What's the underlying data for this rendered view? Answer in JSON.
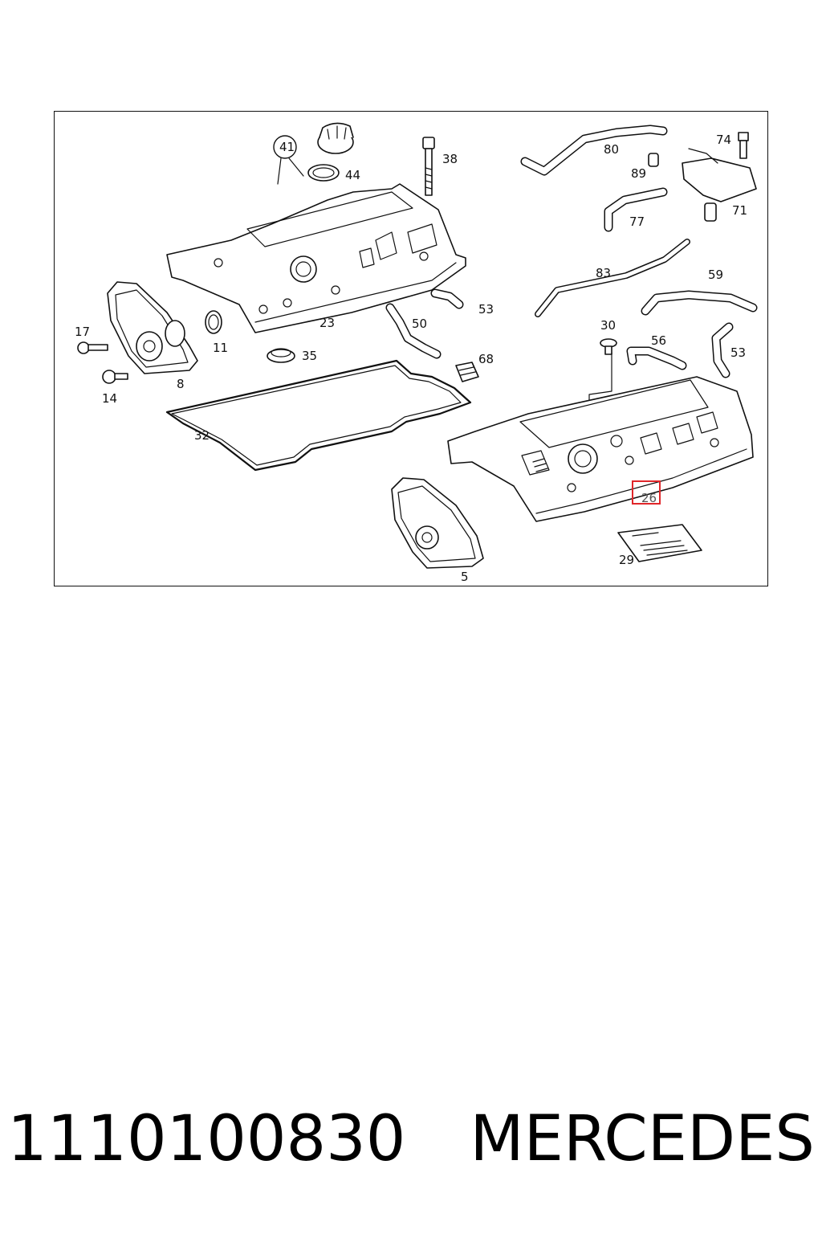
{
  "diagram": {
    "callouts": [
      {
        "id": "41",
        "circled": true
      },
      {
        "id": "44"
      },
      {
        "id": "38"
      },
      {
        "id": "80"
      },
      {
        "id": "74"
      },
      {
        "id": "89"
      },
      {
        "id": "77"
      },
      {
        "id": "71"
      },
      {
        "id": "83"
      },
      {
        "id": "59"
      },
      {
        "id": "53a",
        "label": "53"
      },
      {
        "id": "50"
      },
      {
        "id": "53b",
        "label": "53"
      },
      {
        "id": "23"
      },
      {
        "id": "17"
      },
      {
        "id": "11"
      },
      {
        "id": "35"
      },
      {
        "id": "68"
      },
      {
        "id": "30"
      },
      {
        "id": "56"
      },
      {
        "id": "14"
      },
      {
        "id": "8"
      },
      {
        "id": "32"
      },
      {
        "id": "26",
        "highlighted": true
      },
      {
        "id": "29"
      },
      {
        "id": "5"
      }
    ],
    "highlight_color": "#e0262a"
  },
  "footer": {
    "part_number": "1110100830",
    "brand": "MERCEDES"
  }
}
